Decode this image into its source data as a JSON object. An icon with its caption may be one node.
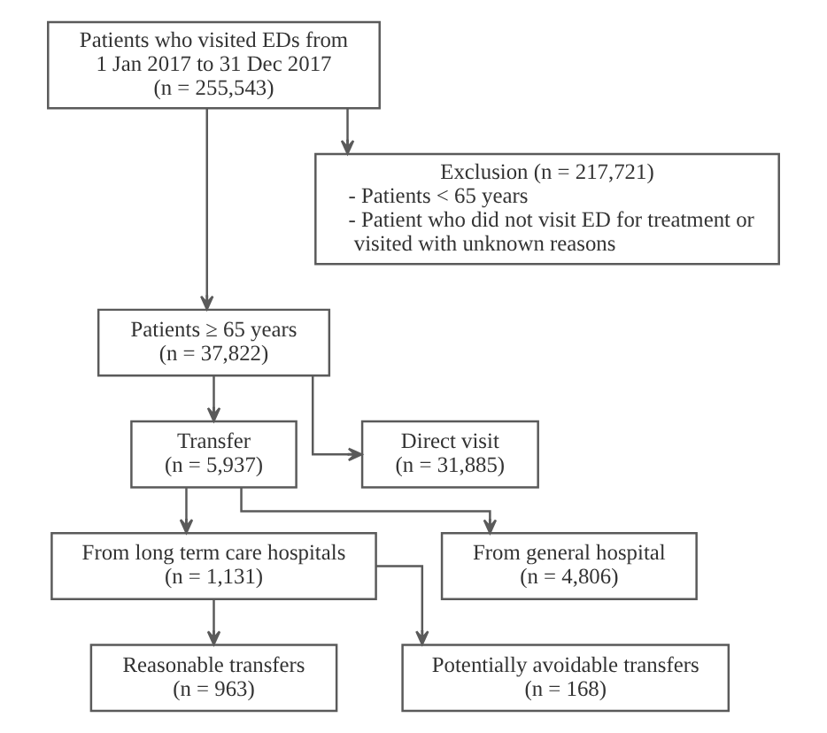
{
  "diagram": {
    "nodes": [
      {
        "text": [
          "Patients who visited EDs from 1 Jan 2017 to 31 Dec 2017",
          "(n = 255,543)"
        ]
      },
      {
        "text": [
          "Exclusion (n = 217,721)",
          "- Patients < 65 years",
          "- Patient who did not visit ED for treatment or visited with unknown reasons"
        ]
      },
      {
        "text": [
          "Patients ≥ 65 years",
          "(n = 37,822)"
        ]
      },
      {
        "text": [
          "Transfer",
          "(n = 5,937)"
        ]
      },
      {
        "text": [
          "Direct visit",
          "(n = 31,885)"
        ]
      },
      {
        "text": [
          "From long term care hospitals",
          "(n = 1,131)"
        ]
      },
      {
        "text": [
          "From general hospital",
          "(n = 4,806)"
        ]
      },
      {
        "text": [
          "Reasonable transfers",
          "(n = 963)"
        ]
      },
      {
        "text": [
          "Potentially avoidable transfers",
          "(n = 168)"
        ]
      }
    ],
    "edges": [
      {
        "from": 0,
        "to": 2,
        "arrow": "to"
      },
      {
        "from": 0,
        "to": 1,
        "arrow": "to"
      },
      {
        "from": 2,
        "to": 3,
        "arrow": "to"
      },
      {
        "from": 2,
        "to": 4,
        "arrow": "to"
      },
      {
        "from": 3,
        "to": 5,
        "arrow": "to"
      },
      {
        "from": 3,
        "to": 6,
        "arrow": "to"
      },
      {
        "from": 5,
        "to": 7,
        "arrow": "to"
      },
      {
        "from": 5,
        "to": 8,
        "arrow": "to"
      }
    ]
  }
}
